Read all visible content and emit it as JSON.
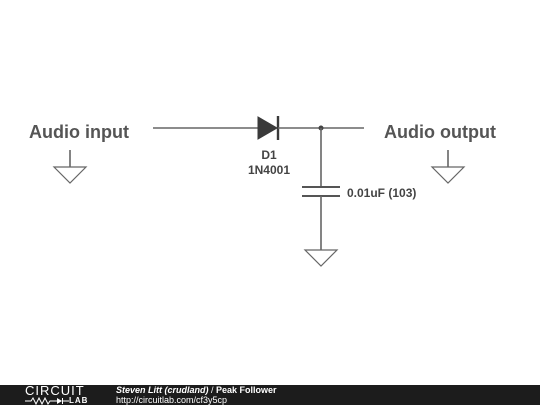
{
  "schematic": {
    "input_label": "Audio input",
    "output_label": "Audio output",
    "diode": {
      "ref": "D1",
      "part": "1N4001"
    },
    "capacitor": {
      "value": "0.01uF (103)"
    }
  },
  "footer": {
    "logo_top": "CIRCUIT",
    "logo_bottom": "LAB",
    "author": "Steven Litt (crudland)",
    "separator": " / ",
    "title": "Peak Follower",
    "url": "http://circuitlab.com/cf3y5cp"
  }
}
